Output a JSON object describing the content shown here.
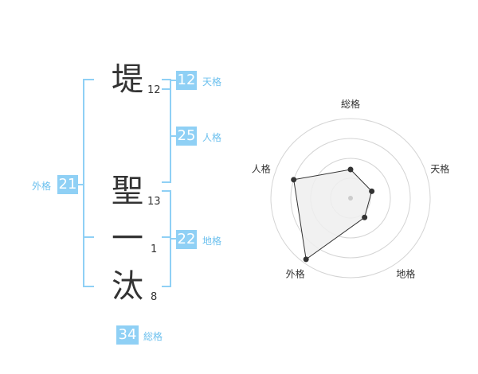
{
  "characters": [
    {
      "char": "堤",
      "strokes": "12"
    },
    {
      "char": "聖",
      "strokes": "13"
    },
    {
      "char": "一",
      "strokes": "1"
    },
    {
      "char": "汰",
      "strokes": "8"
    }
  ],
  "fortunes": {
    "tenkaku": {
      "value": "12",
      "label": "天格"
    },
    "jinkaku": {
      "value": "25",
      "label": "人格"
    },
    "chikaku": {
      "value": "22",
      "label": "地格"
    },
    "gaikaku": {
      "value": "21",
      "label": "外格"
    },
    "soukaku": {
      "value": "34",
      "label": "総格"
    }
  },
  "radar": {
    "axes": [
      "総格",
      "天格",
      "地格",
      "外格",
      "人格"
    ],
    "values": [
      0.36,
      0.28,
      0.3,
      0.95,
      0.75
    ],
    "rings": 4,
    "colors": {
      "ring": "#d4d4d4",
      "fill": "#efefef",
      "stroke": "#333333",
      "point": "#333333",
      "center": "#cccccc"
    }
  },
  "colors": {
    "bracket": "#8fd0f5",
    "badge": "#8fd0f5",
    "label": "#6cc0ee"
  }
}
